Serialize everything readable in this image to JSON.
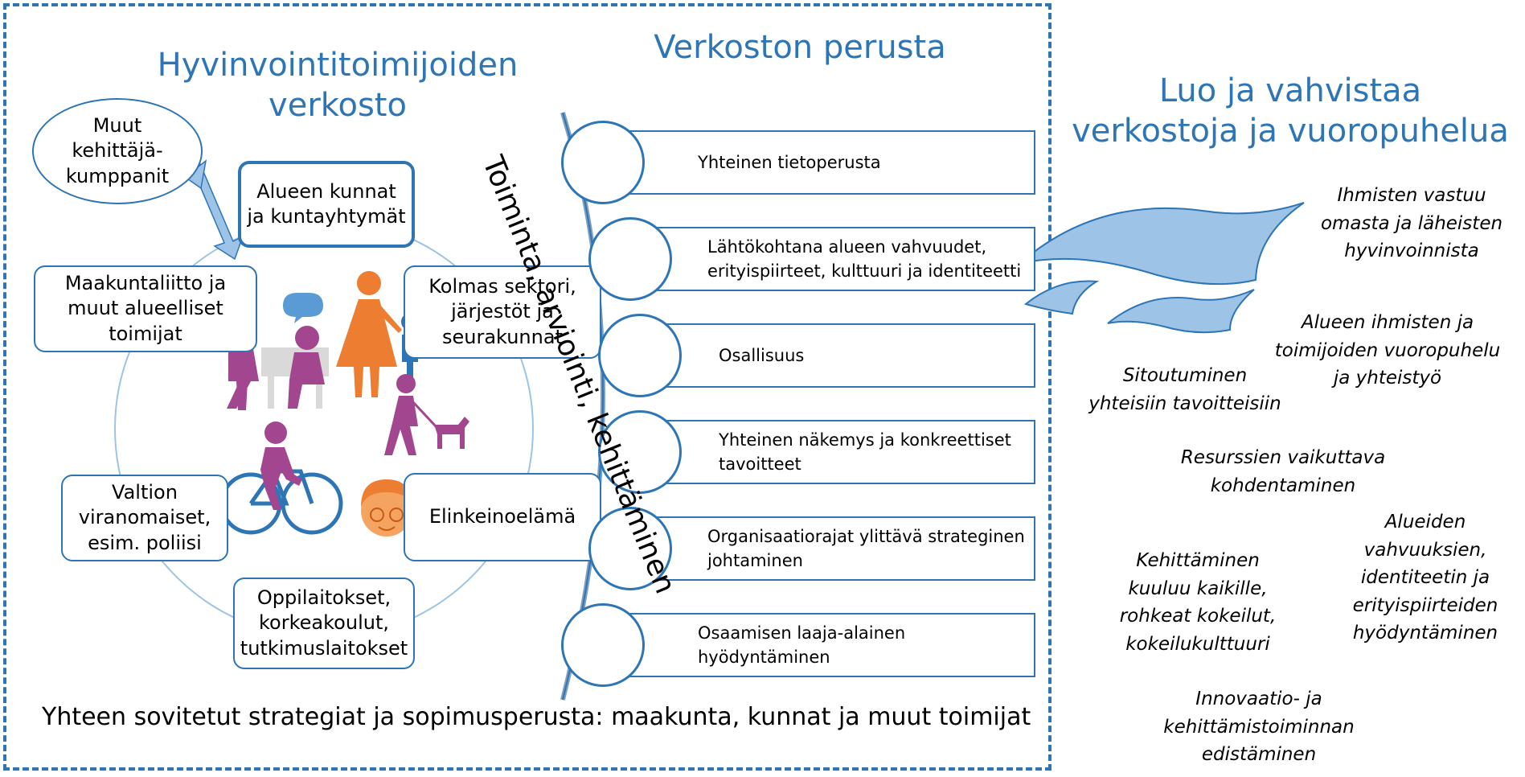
{
  "left_panel": {
    "title_line1": "Hyvinvointitoimijoiden",
    "title_line2": "verkosto",
    "partners": [
      "Muut",
      "kehittäjä-",
      "kumppanit"
    ],
    "boxes": {
      "municipalities": [
        "Alueen kunnat",
        "ja kuntayhtymät"
      ],
      "region": [
        "Maakuntaliitto ja",
        "muut alueelliset",
        "toimijat"
      ],
      "third_sector": [
        "Kolmas sektori,",
        "järjestöt ja",
        "seurakunnat"
      ],
      "state": [
        "Valtion",
        "viranomaiset,",
        "esim. poliisi"
      ],
      "business": [
        "Elinkeinoelämä"
      ],
      "education": [
        "Oppilaitokset,",
        "korkeakoulut,",
        "tutkimuslaitokset"
      ]
    }
  },
  "middle_panel": {
    "title": "Verkoston perusta",
    "vertical_text": "Toiminta, arviointi, kehittäminen",
    "items": [
      [
        "Yhteinen tietoperusta"
      ],
      [
        "Lähtökohtana alueen vahvuudet,",
        "erityispiirteet, kulttuuri ja identiteetti"
      ],
      [
        "Osallisuus"
      ],
      [
        "Yhteinen näkemys ja konkreettiset",
        "tavoitteet"
      ],
      [
        "Organisaatiorajat ylittävä strateginen",
        "johtaminen"
      ],
      [
        "Osaamisen laaja-alainen hyödyntäminen"
      ]
    ]
  },
  "footer": "Yhteen sovitetut strategiat ja sopimusperusta: maakunta, kunnat ja muut toimijat",
  "right_panel": {
    "title_line1": "Luo ja vahvistaa",
    "title_line2": "verkostoja ja vuoropuhelua",
    "goals": [
      [
        "Ihmisten vastuu",
        "omasta ja läheisten",
        "hyvinvoinnista"
      ],
      [
        "Alueen ihmisten ja",
        "toimijoiden vuoropuhelu",
        "ja yhteistyö"
      ],
      [
        "Sitoutuminen",
        "yhteisiin tavoitteisiin"
      ],
      [
        "Resurssien vaikuttava",
        "kohdentaminen"
      ],
      [
        "Alueiden",
        "vahvuuksien,",
        "identiteetin ja",
        "erityispiirteiden",
        "hyödyntäminen"
      ],
      [
        "Kehittäminen",
        "kuuluu kaikille,",
        "rohkeat kokeilut,",
        "kokeilukulttuuri"
      ],
      [
        "Innovaatio- ja",
        "kehittämistoiminnan",
        "edistäminen"
      ]
    ]
  },
  "colors": {
    "accent_blue": "#2e75b6",
    "light_blue": "#9dc3e6",
    "figure_purple": "#a2468f",
    "figure_orange": "#ed7d31",
    "figure_blue": "#2e75b6"
  },
  "icons": [
    "people-talking-icon",
    "mother-child-icon",
    "dog-walker-icon",
    "cyclist-icon",
    "person-face-icon",
    "wind-flags-icon"
  ]
}
